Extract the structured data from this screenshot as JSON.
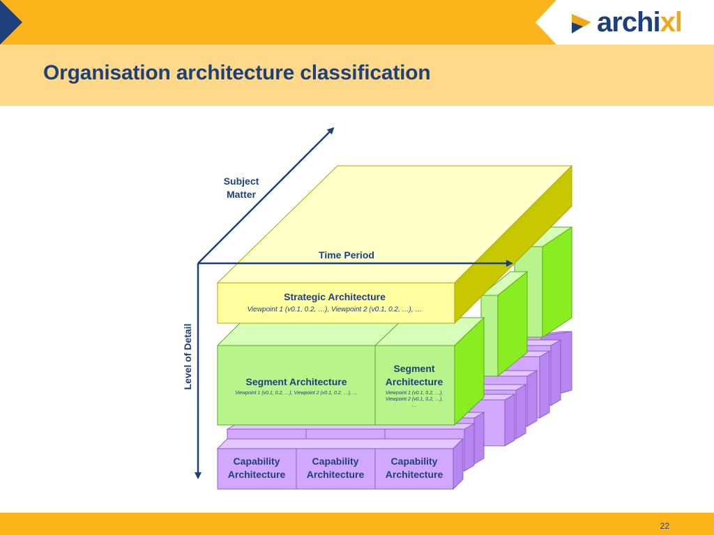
{
  "slide": {
    "title": "Organisation architecture classification",
    "page_number": "22"
  },
  "logo": {
    "text_main": "archi",
    "text_accent": "xl"
  },
  "diagram": {
    "axes": {
      "subject_matter_line1": "Subject",
      "subject_matter_line2": "Matter",
      "time_period": "Time Period",
      "level_of_detail": "Level of Detail"
    },
    "strategic": {
      "title": "Strategic Architecture",
      "subtitle": "Viewpoint 1 (v0.1, 0.2, …), Viewpoint 2  (v0.1, 0.2, …), …"
    },
    "segment_left": {
      "title": "Segment Architecture",
      "subtitle": "Viewpoint 1 (v0.1, 0.2, …), Viewpoint 2  (v0.1, 0.2, …), …"
    },
    "segment_right": {
      "title_line1": "Segment",
      "title_line2": "Architecture",
      "sub_line1": "Viewpoint 1  (v0.1, 0.2, …),",
      "sub_line2": "Viewpoint 2  (v0.1, 0.2, …),",
      "sub_line3": "…"
    },
    "capability": [
      {
        "line1": "Capability",
        "line2": "Architecture"
      },
      {
        "line1": "Capability",
        "line2": "Architecture"
      },
      {
        "line1": "Capability",
        "line2": "Architecture"
      }
    ]
  },
  "colors": {
    "navy": "#1d3f7a",
    "orange": "#fbb41a",
    "light_orange": "#ffd98a",
    "strategic_top": "#ffffc8",
    "strategic_front": "#ffffa0",
    "strategic_side": "#c8c800",
    "segment_front": "#b8f48c",
    "segment_top": "#d8ffb8",
    "segment_side": "#88ee22",
    "capability_front": "#d2a8ff",
    "capability_top": "#e2c8ff",
    "capability_side": "#b886f0"
  }
}
